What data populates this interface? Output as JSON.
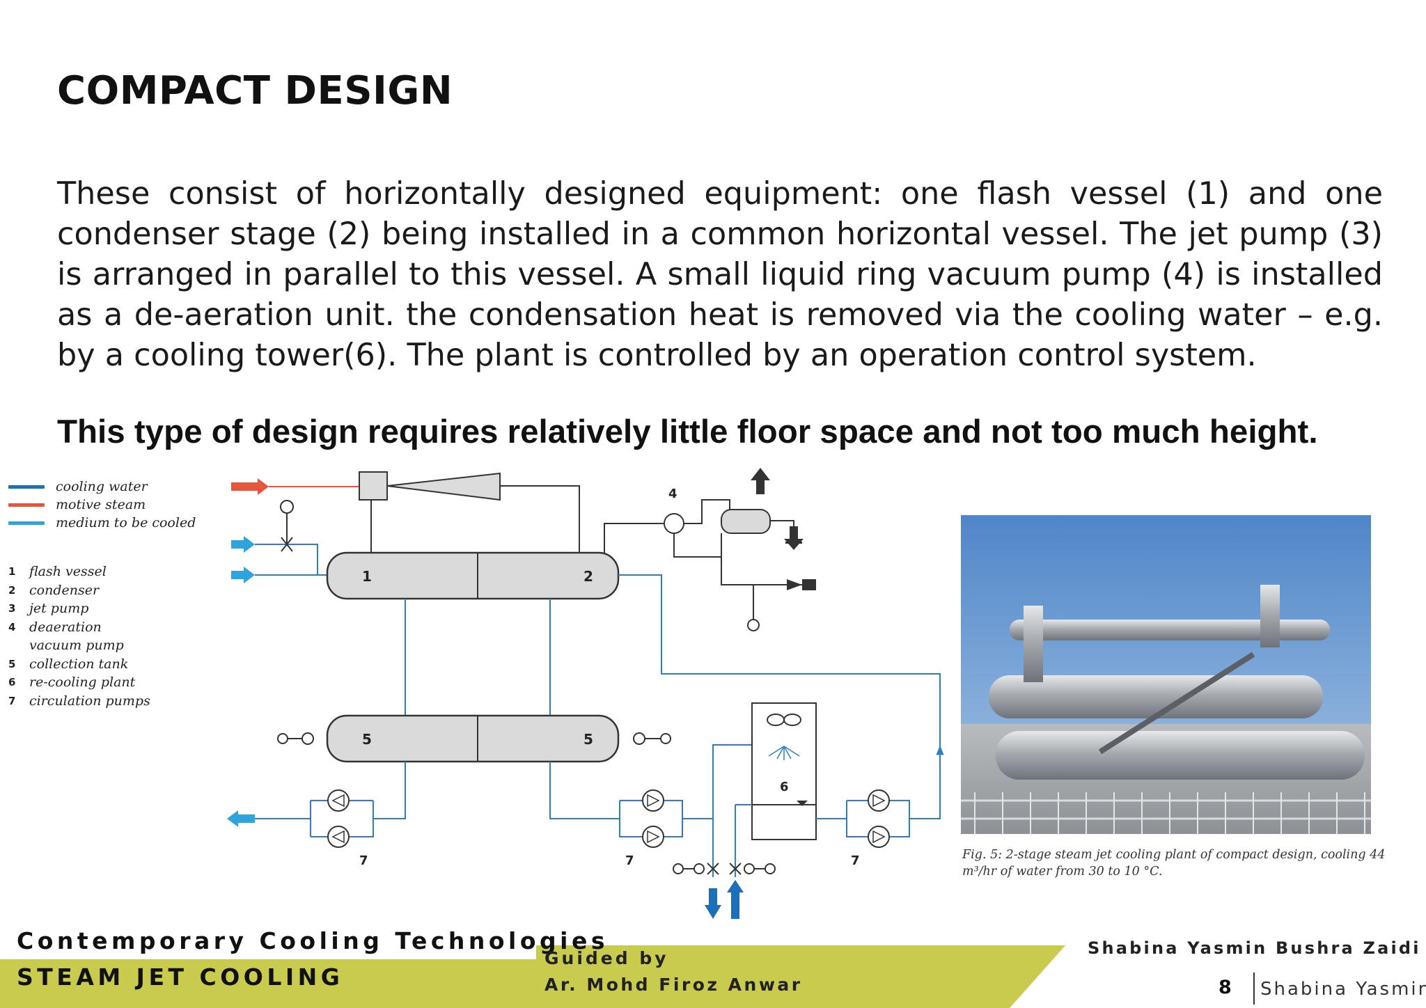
{
  "slide": {
    "title": "COMPACT DESIGN",
    "body": "These consist of horizontally designed equipment: one flash vessel (1) and one condenser stage (2) being installed in a common horizontal vessel. The jet pump (3) is arranged in parallel to this vessel. A small liquid ring vacuum pump (4) is installed as a de-aeration unit. the condensation heat is removed via the cooling water – e.g. by a cooling tower(6). The plant is controlled by an operation control system.",
    "emphasis": "This type of design requires relatively little floor space and not too much height."
  },
  "legend": {
    "items": [
      {
        "label": "cooling water",
        "color": "#1c6fb8"
      },
      {
        "label": "motive steam",
        "color": "#e8553a"
      },
      {
        "label": "medium to be cooled",
        "color": "#2ea3dc"
      }
    ]
  },
  "parts": [
    {
      "num": "1",
      "label": "flash vessel"
    },
    {
      "num": "2",
      "label": "condenser"
    },
    {
      "num": "3",
      "label": "jet pump"
    },
    {
      "num": "4",
      "label": "deaeration vacuum pump"
    },
    {
      "num": "5",
      "label": "collection tank"
    },
    {
      "num": "6",
      "label": "re-cooling plant"
    },
    {
      "num": "7",
      "label": "circulation pumps"
    }
  ],
  "schematic": {
    "vessel_top_left": "1",
    "vessel_top_right": "2",
    "vacuum_pump": "4",
    "tank_left": "5",
    "tank_right": "5",
    "cooling_tower": "6",
    "pump_group_left": "7",
    "pump_group_mid": "7",
    "pump_group_right": "7"
  },
  "photo": {
    "caption": "Fig. 5: 2-stage steam jet cooling plant of compact design, cooling 44 m³/hr of water from 30 to 10 °C."
  },
  "footer": {
    "course": "Contemporary Cooling Technologies",
    "subject": "STEAM JET COOLING",
    "guided_label": "Guided by",
    "guide_name": "Ar. Mohd Firoz Anwar",
    "authors": "Shabina Yasmin  Bushra Zaidi",
    "page_number": "8",
    "page_author": "Shabina Yasmin",
    "band_color": "#c9cb4f"
  }
}
